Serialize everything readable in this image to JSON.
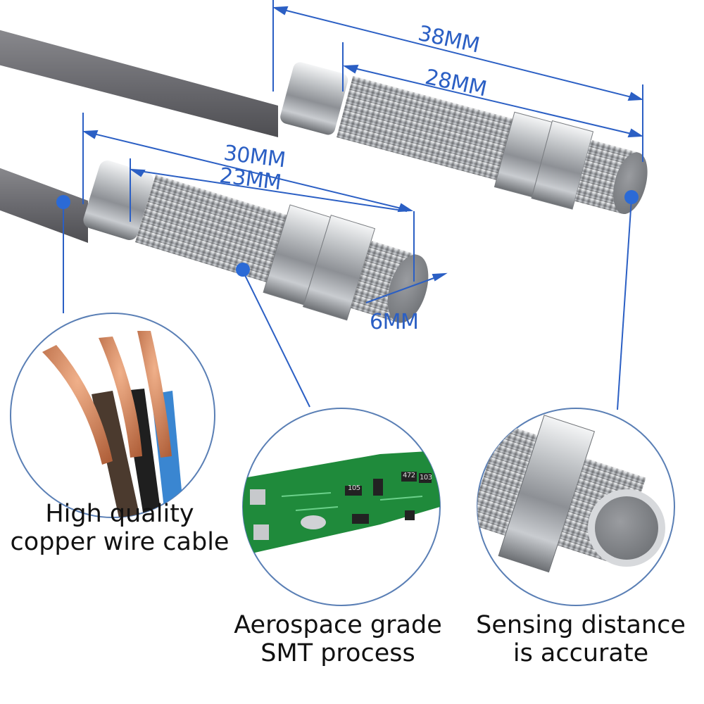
{
  "dimensions": {
    "large_overall": "38MM",
    "large_thread": "28MM",
    "small_overall": "30MM",
    "small_thread": "23MM",
    "face": "6MM"
  },
  "callouts": [
    {
      "line1": "High quality",
      "line2": "copper wire cable"
    },
    {
      "line1": "Aerospace grade",
      "line2": "SMT process"
    },
    {
      "line1": "Sensing distance",
      "line2": "is accurate"
    }
  ],
  "pcb_markings": [
    "105",
    "472",
    "103"
  ],
  "colors": {
    "dimension_blue": "#2b5fc4",
    "cable_gray": "#6f6f73",
    "metal": "#b9bcc0",
    "pcb_green": "#1f8a3b",
    "copper": "#c9774a"
  },
  "icons": [
    "cable-icon",
    "sensor-icon",
    "pcb-icon",
    "nut-icon"
  ]
}
